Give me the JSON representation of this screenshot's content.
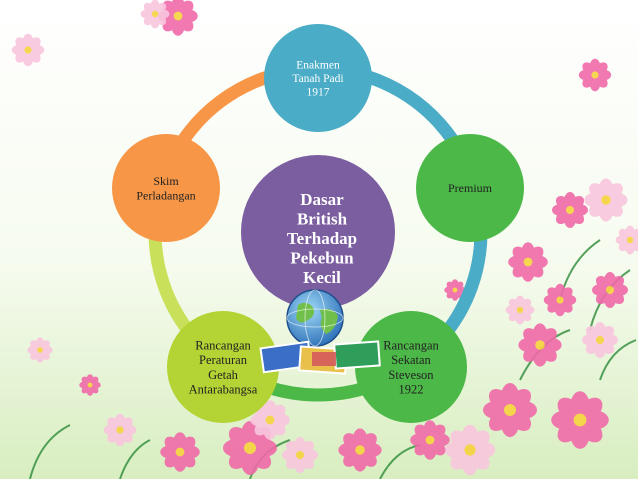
{
  "diagram": {
    "center": {
      "lines": [
        "Dasar",
        "British",
        "Terhadap",
        "Pekebun",
        "Kecil"
      ],
      "color": "#7B5EA0"
    },
    "nodes": [
      {
        "id": "enakmen",
        "lines": [
          "Enakmen",
          "Tanah Padi",
          "1917"
        ],
        "color": "#4AACC6"
      },
      {
        "id": "premium",
        "lines": [
          "Premium"
        ],
        "color": "#4CB848"
      },
      {
        "id": "sekatan",
        "lines": [
          "Rancangan",
          "Sekatan",
          "Steveson",
          "1922"
        ],
        "color": "#4CB848"
      },
      {
        "id": "peraturan",
        "lines": [
          "Rancangan",
          "Peraturan",
          "Getah",
          "Antarabangsa"
        ],
        "color": "#B4D334"
      },
      {
        "id": "perladangan",
        "lines": [
          "Skim",
          "Perladangan"
        ],
        "color": "#F79646"
      }
    ],
    "ring_segments": [
      {
        "from": "enakmen",
        "to": "premium",
        "color": "#4AACC6"
      },
      {
        "from": "premium",
        "to": "sekatan",
        "color": "#4AACC6"
      },
      {
        "from": "sekatan",
        "to": "peraturan",
        "color": "#4CB848"
      },
      {
        "from": "peraturan",
        "to": "perladangan",
        "color": "#C9E15A"
      },
      {
        "from": "perladangan",
        "to": "enakmen",
        "color": "#F79646"
      }
    ]
  },
  "icons": [
    "globe-icon",
    "stamps-icon"
  ],
  "colors": {
    "background_top": "#FFFFFF",
    "background_bottom": "#DDF0C4",
    "flower_pink": "#F06AA8",
    "flower_light": "#F9C6DE",
    "flower_center": "#F7D23E",
    "grass": "#2E8B3A"
  }
}
